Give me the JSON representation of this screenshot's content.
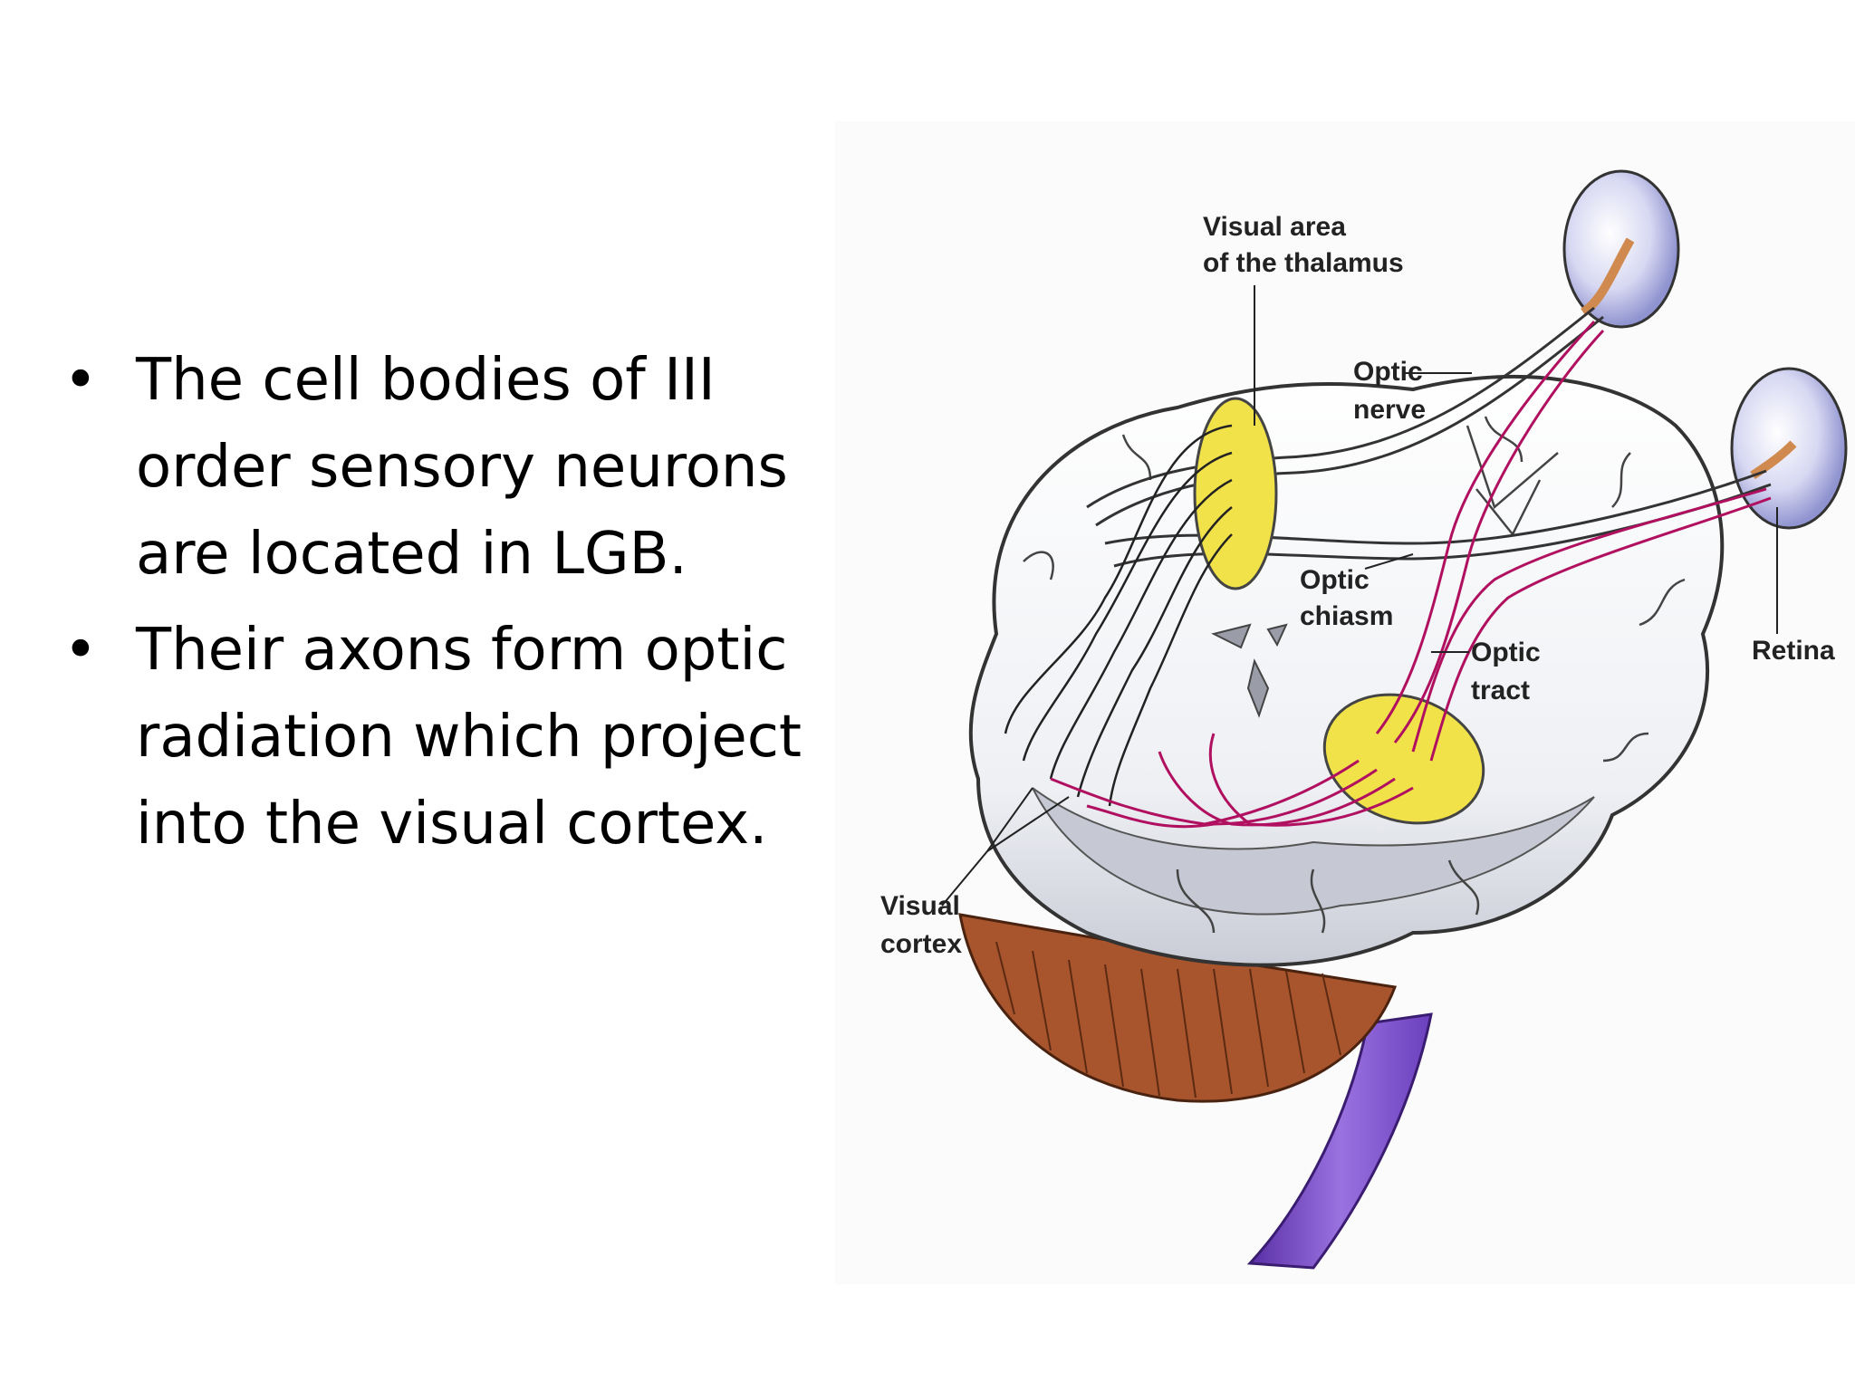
{
  "bullets": [
    "The cell bodies of III order sensory neurons are located in LGB.",
    "Their axons form optic radiation which project into the visual cortex."
  ],
  "bullet_glyph": "•",
  "labels": {
    "visual_area_line1": "Visual area",
    "visual_area_line2": "of the thalamus",
    "optic_nerve_line1": "Optic",
    "optic_nerve_line2": "nerve",
    "optic_chiasm_line1": "Optic",
    "optic_chiasm_line2": "chiasm",
    "optic_tract_line1": "Optic",
    "optic_tract_line2": "tract",
    "retina": "Retina",
    "visual_cortex_line1": "Visual",
    "visual_cortex_line2": "cortex"
  },
  "colors": {
    "brain": "#e6e8ee",
    "thalamus": "#f2e24a",
    "radiation": "#b0105f",
    "cerebellum": "#a8542c",
    "brainstem": "#7b4fc9",
    "eyeball": "#c7c9ef"
  }
}
